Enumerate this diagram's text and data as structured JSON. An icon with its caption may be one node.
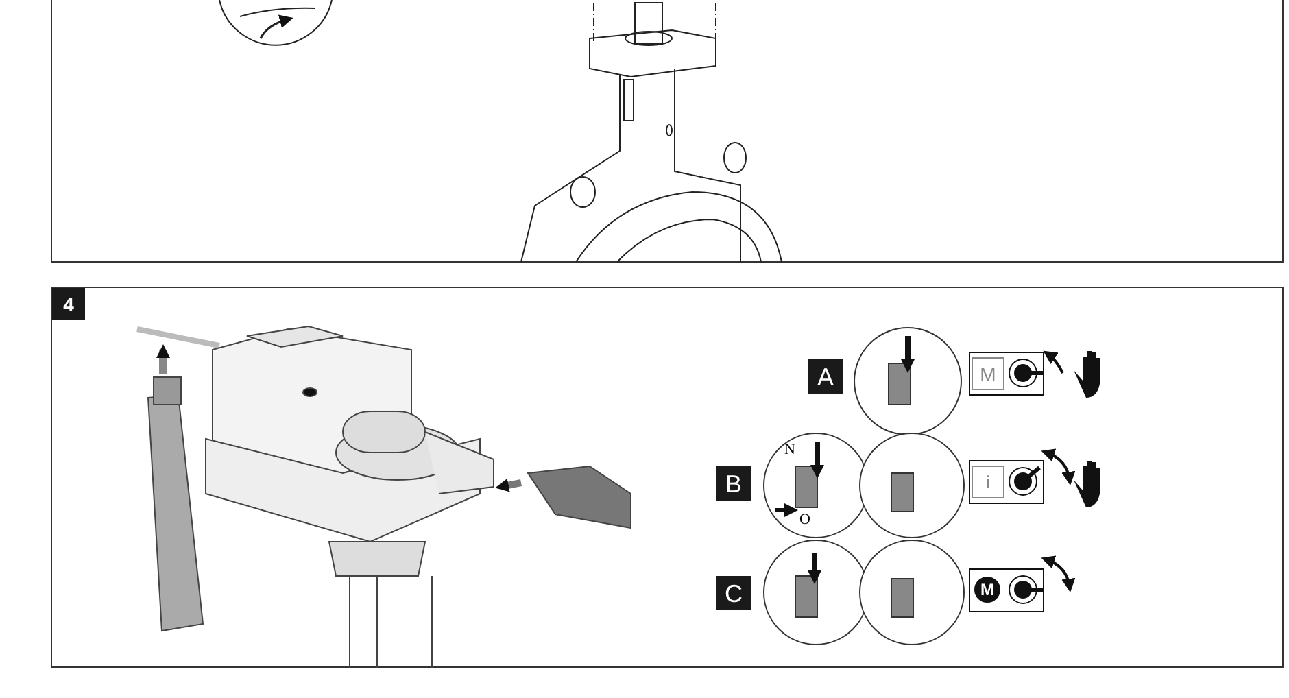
{
  "diagram": {
    "labels": [
      "4",
      "A",
      "M",
      "B",
      "N",
      "O",
      "i",
      "C",
      "M"
    ]
  }
}
